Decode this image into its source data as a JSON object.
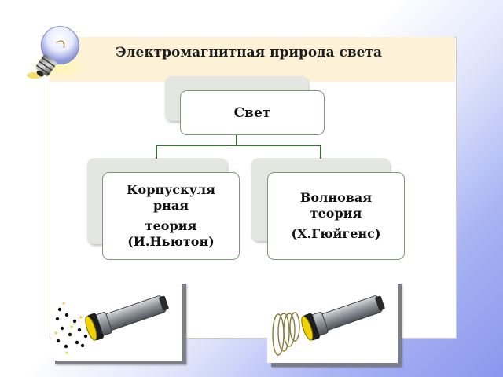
{
  "slide": {
    "title": "Электромагнитная природа света"
  },
  "diagram": {
    "root": {
      "label": "Свет"
    },
    "children": [
      {
        "lines": [
          "Корпускуля",
          "рная",
          "теория",
          "(И.Ньютон)"
        ]
      },
      {
        "lines": [
          "Волновая",
          "теория",
          "(Х.Гюйгенс)"
        ]
      }
    ]
  },
  "colors": {
    "title_band": "#fdf2d8",
    "node_border": "#7e9a72",
    "connector": "#3f6a3a",
    "backcard": "#e4e7e1",
    "particles": "#111111",
    "waves": "#8a7a3a"
  },
  "illustrations": [
    {
      "icon": "flashlight-particles-icon"
    },
    {
      "icon": "flashlight-waves-icon"
    }
  ]
}
